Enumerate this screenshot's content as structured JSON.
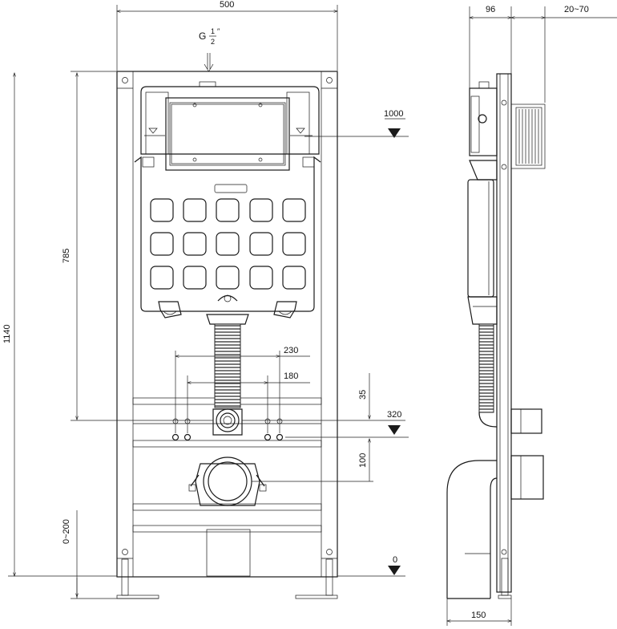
{
  "front_view": {
    "width_label": "500",
    "height_label": "1140",
    "inlet_label_G": "G",
    "inlet_label_num": "1",
    "inlet_label_den": "2",
    "inlet_label_unit": "″",
    "flush_height_label": "1000",
    "drain_height_label": "785",
    "bolt_spacing_outer_label": "230",
    "bolt_spacing_inner_label": "180",
    "bolt_offset_label": "35",
    "bolt_height_label": "320",
    "outlet_offset_label": "100",
    "foot_adjust_label": "0~200",
    "floor_label": "0"
  },
  "side_view": {
    "depth_label": "96",
    "wall_range_label": "20~70",
    "base_depth_label": "150"
  }
}
